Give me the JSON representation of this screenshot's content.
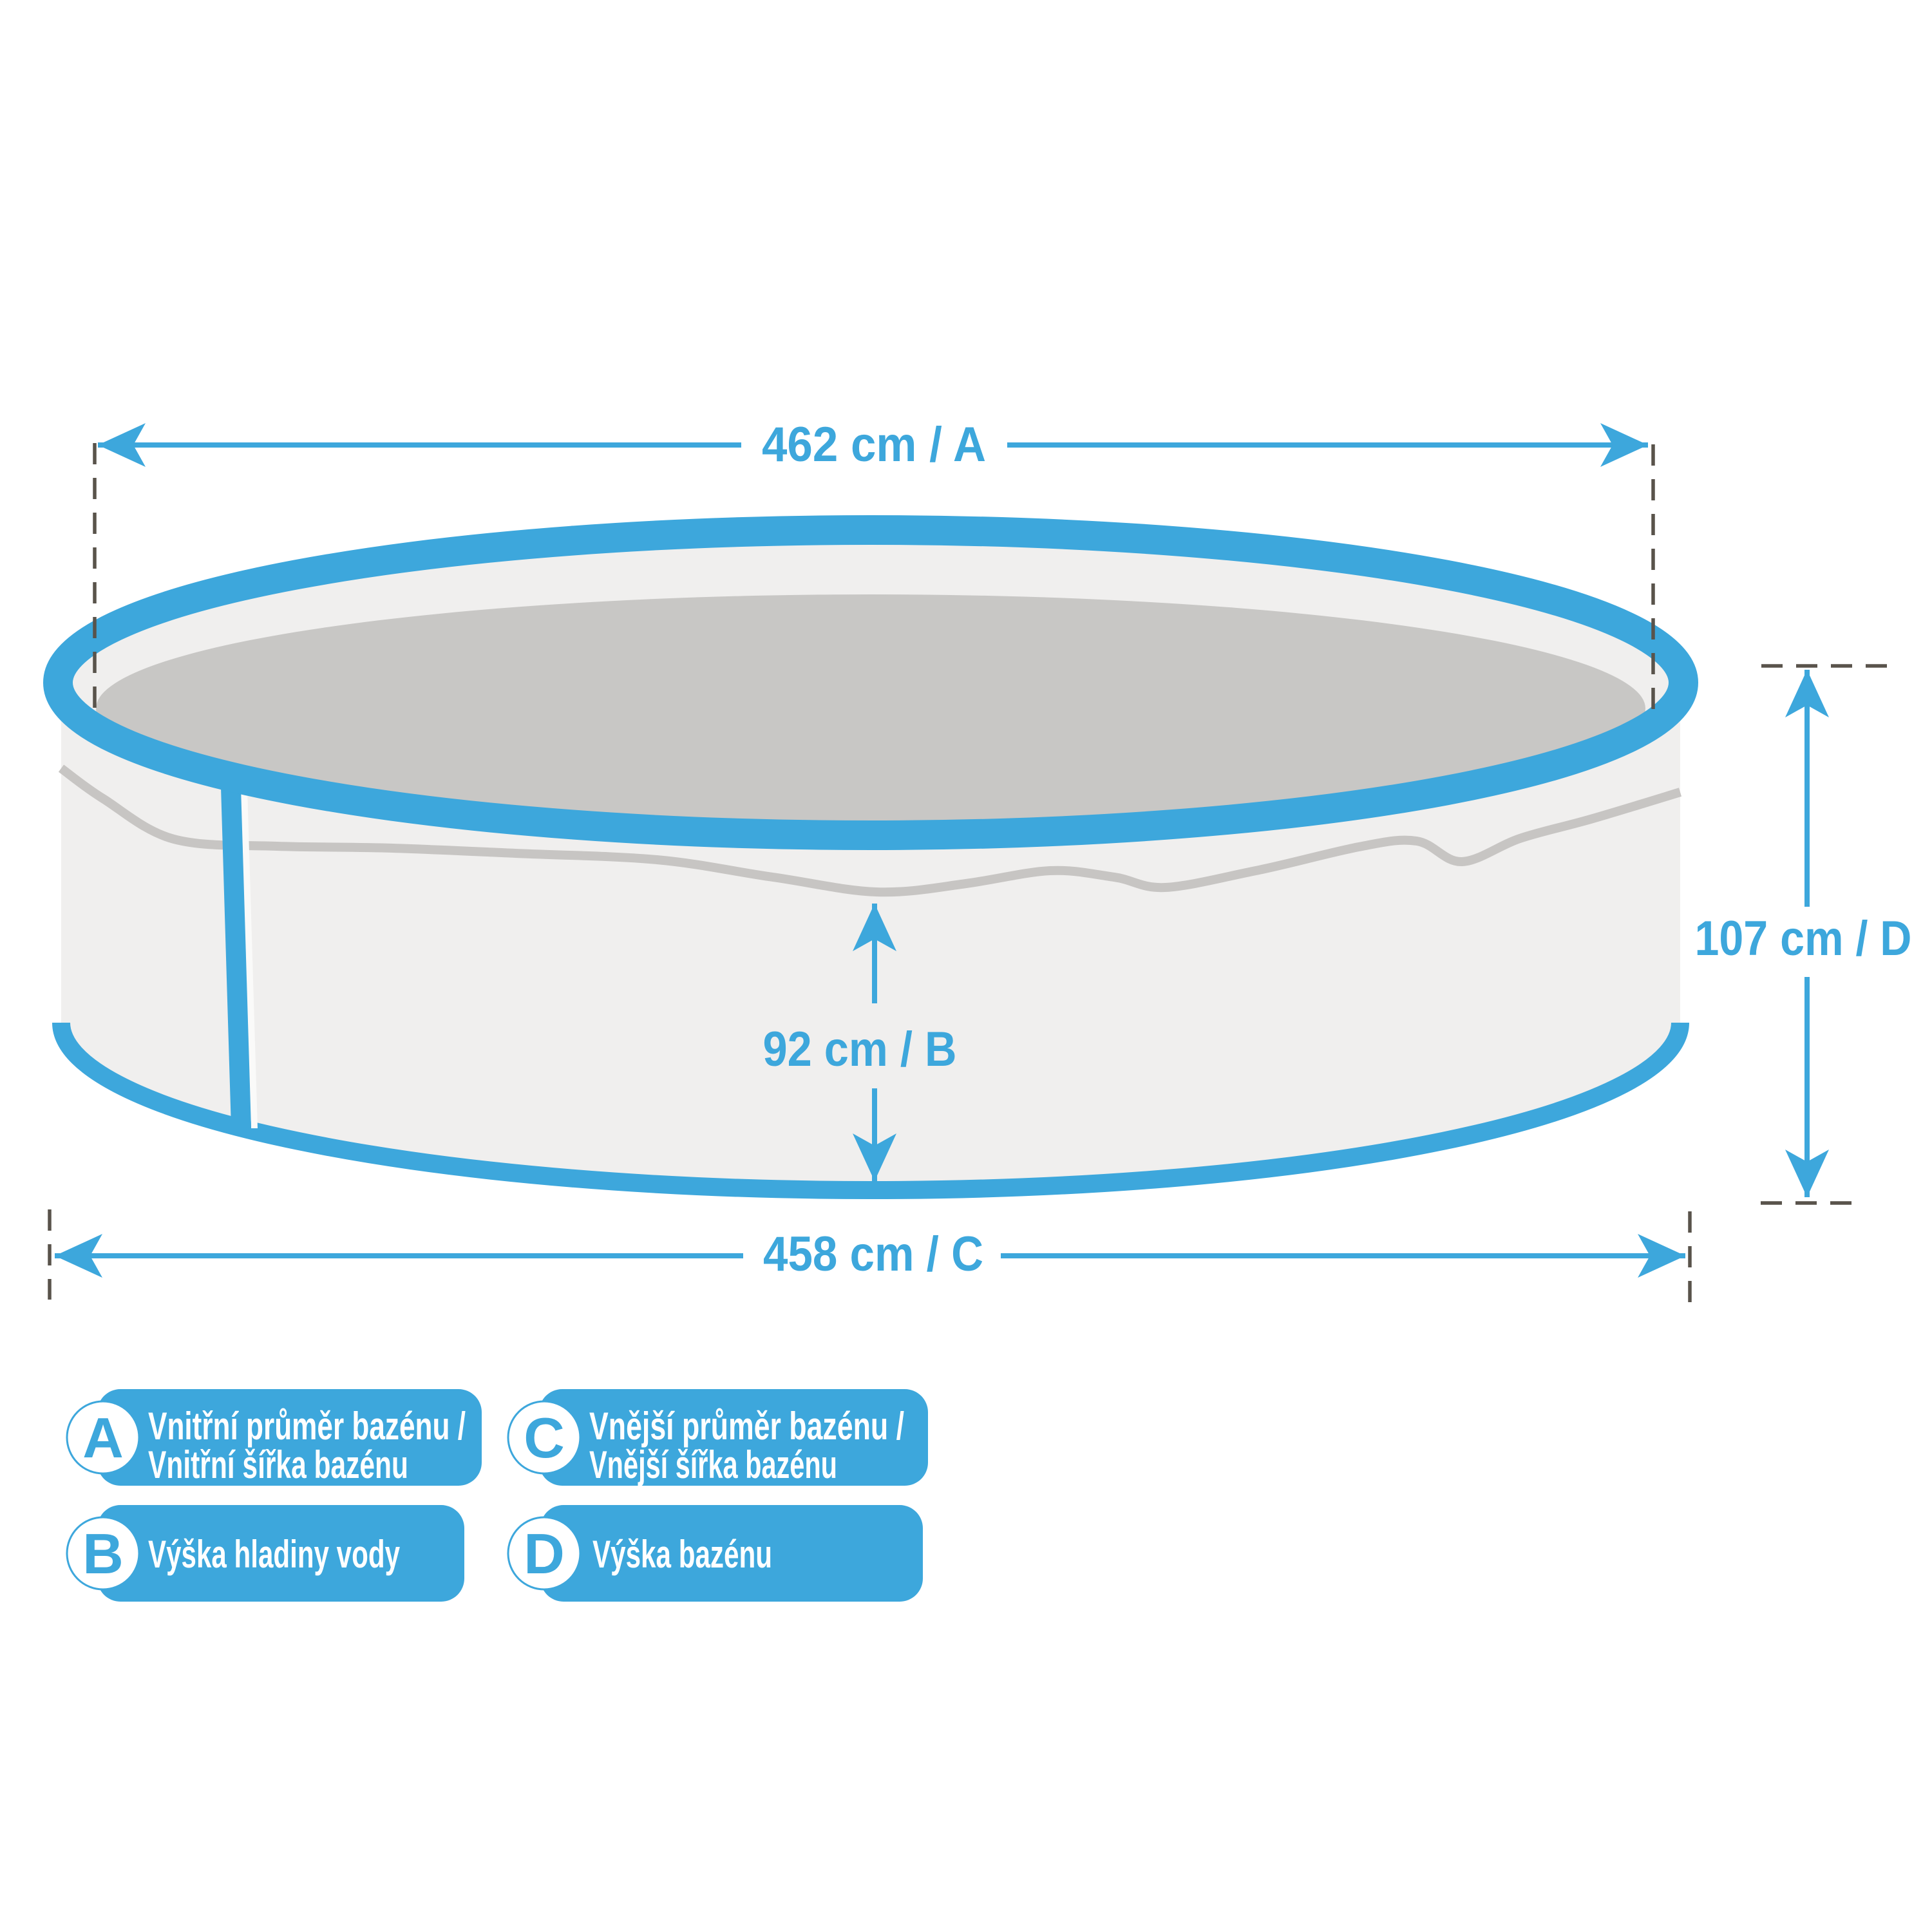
{
  "diagram": {
    "title": "Pool dimensions diagram",
    "dimensions": {
      "A": {
        "label": "462 cm / A",
        "value": 462,
        "unit": "cm",
        "letter": "A"
      },
      "B": {
        "label": "92 cm / B",
        "value": 92,
        "unit": "cm",
        "letter": "B"
      },
      "C": {
        "label": "458 cm / C",
        "value": 458,
        "unit": "cm",
        "letter": "C"
      },
      "D": {
        "label": "107 cm / D",
        "value": 107,
        "unit": "cm",
        "letter": "D"
      }
    },
    "legend": [
      {
        "letter": "A",
        "lines": [
          "Vnitřní průměr bazénu /",
          "Vnitřní šířka bazénu"
        ]
      },
      {
        "letter": "B",
        "lines": [
          "Výška hladiny vody"
        ]
      },
      {
        "letter": "C",
        "lines": [
          "Vnější průměr bazénu /",
          "Vnější šířka bazénu"
        ]
      },
      {
        "letter": "D",
        "lines": [
          "Výška bazénu"
        ]
      }
    ],
    "colors": {
      "accent": "#3da7dc",
      "wall": "#f0efee",
      "water": "#c8c7c5",
      "waterline": "#c7c5c3",
      "dash": "#59534b",
      "white": "#ffffff"
    }
  }
}
